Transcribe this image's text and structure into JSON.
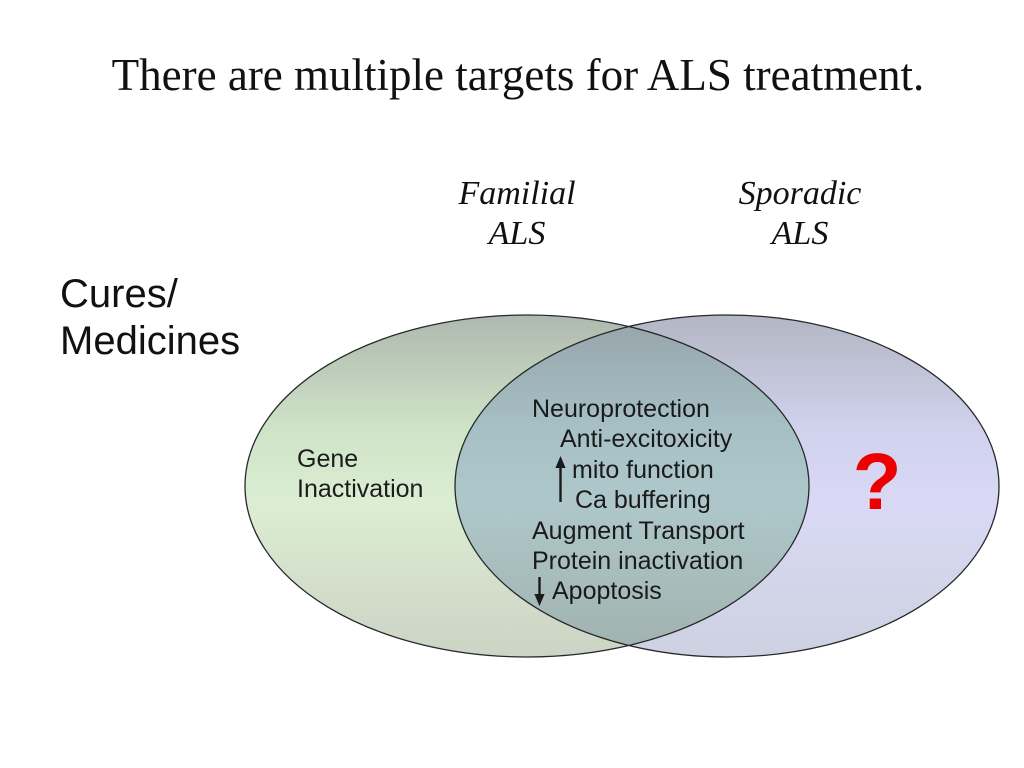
{
  "slide": {
    "title": "There are multiple targets for ALS treatment.",
    "column_labels": {
      "familial": {
        "line1": "Familial",
        "line2": "ALS"
      },
      "sporadic": {
        "line1": "Sporadic",
        "line2": "ALS"
      }
    },
    "row_label": {
      "line1": "Cures/",
      "line2": "Medicines"
    },
    "venn": {
      "familial_only": {
        "line1": "Gene",
        "line2": "Inactivation"
      },
      "overlap": {
        "item1": "Neuroprotection",
        "item2": "Anti-excitoxicity",
        "item3": "mito function",
        "item4": "Ca buffering",
        "item5": "Augment Transport",
        "item6": "Protein inactivation",
        "item7": "Apoptosis"
      },
      "sporadic_only": {
        "question_mark": "?"
      }
    },
    "icons": {
      "mito_ca_arrow": "up-arrow (increase, spans mito function and Ca buffering)",
      "apoptosis_arrow": "down-arrow (decrease)"
    },
    "colors": {
      "familial_ellipse_fill": "#dbeed3",
      "sporadic_ellipse_fill": "#d9d9f5",
      "overlap_fill": "#aec7ca",
      "ellipse_outline": "#26282a",
      "question_mark": "#ee0000",
      "text": "#1a1a1a",
      "background": "#ffffff"
    }
  }
}
